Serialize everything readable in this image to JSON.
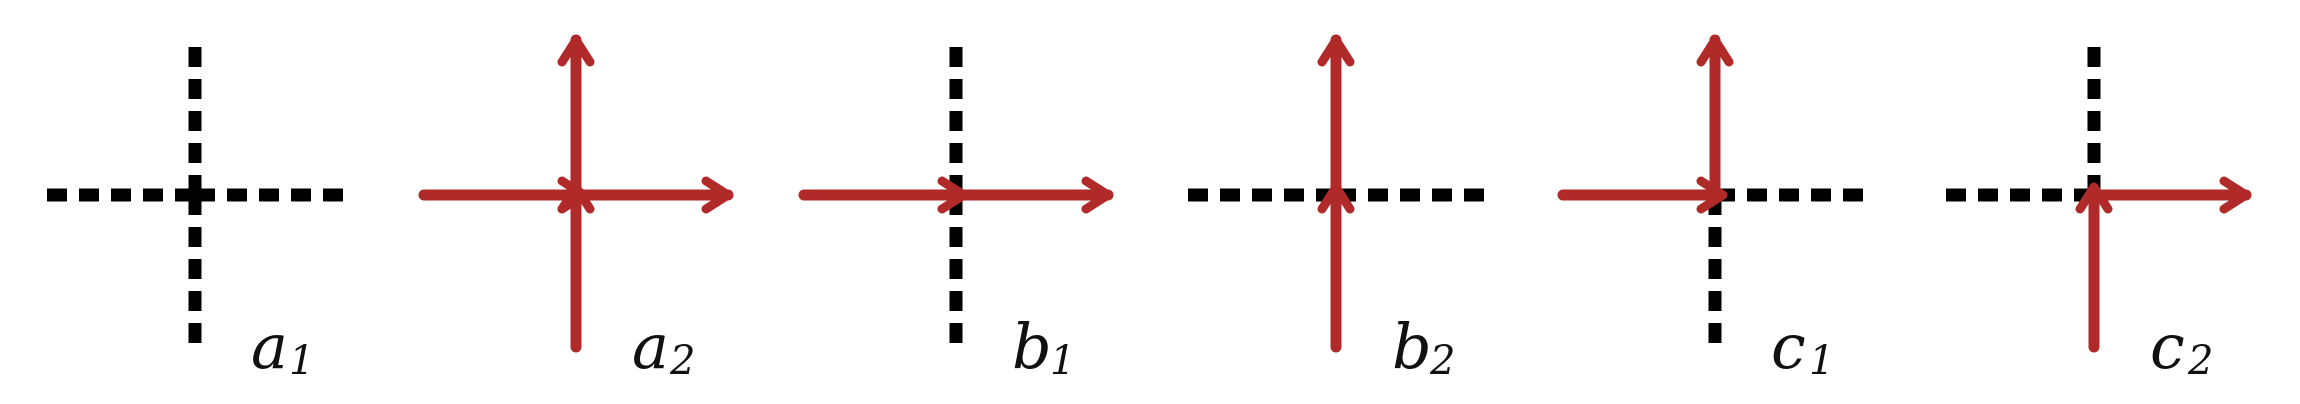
{
  "colors": {
    "dashed_line": "#000000",
    "arrow": "#b02a2a",
    "label": "#111111"
  },
  "panels": [
    {
      "id": "a1",
      "label": "a",
      "subscript": "1",
      "arrows": [],
      "dashed": [
        "left",
        "right",
        "up",
        "down"
      ]
    },
    {
      "id": "a2",
      "label": "a",
      "subscript": "2",
      "arrows": [
        "left-in",
        "right-out",
        "up-out",
        "down-in"
      ],
      "dashed": []
    },
    {
      "id": "b1",
      "label": "b",
      "subscript": "1",
      "arrows": [
        "left-in",
        "right-out"
      ],
      "dashed": [
        "up",
        "down"
      ]
    },
    {
      "id": "b2",
      "label": "b",
      "subscript": "2",
      "arrows": [
        "up-out",
        "down-in"
      ],
      "dashed": [
        "left",
        "right"
      ]
    },
    {
      "id": "c1",
      "label": "c",
      "subscript": "1",
      "arrows": [
        "left-in",
        "up-out"
      ],
      "dashed": [
        "right",
        "down"
      ]
    },
    {
      "id": "c2",
      "label": "c",
      "subscript": "2",
      "arrows": [
        "right-out",
        "down-in"
      ],
      "dashed": [
        "left",
        "up"
      ]
    }
  ]
}
